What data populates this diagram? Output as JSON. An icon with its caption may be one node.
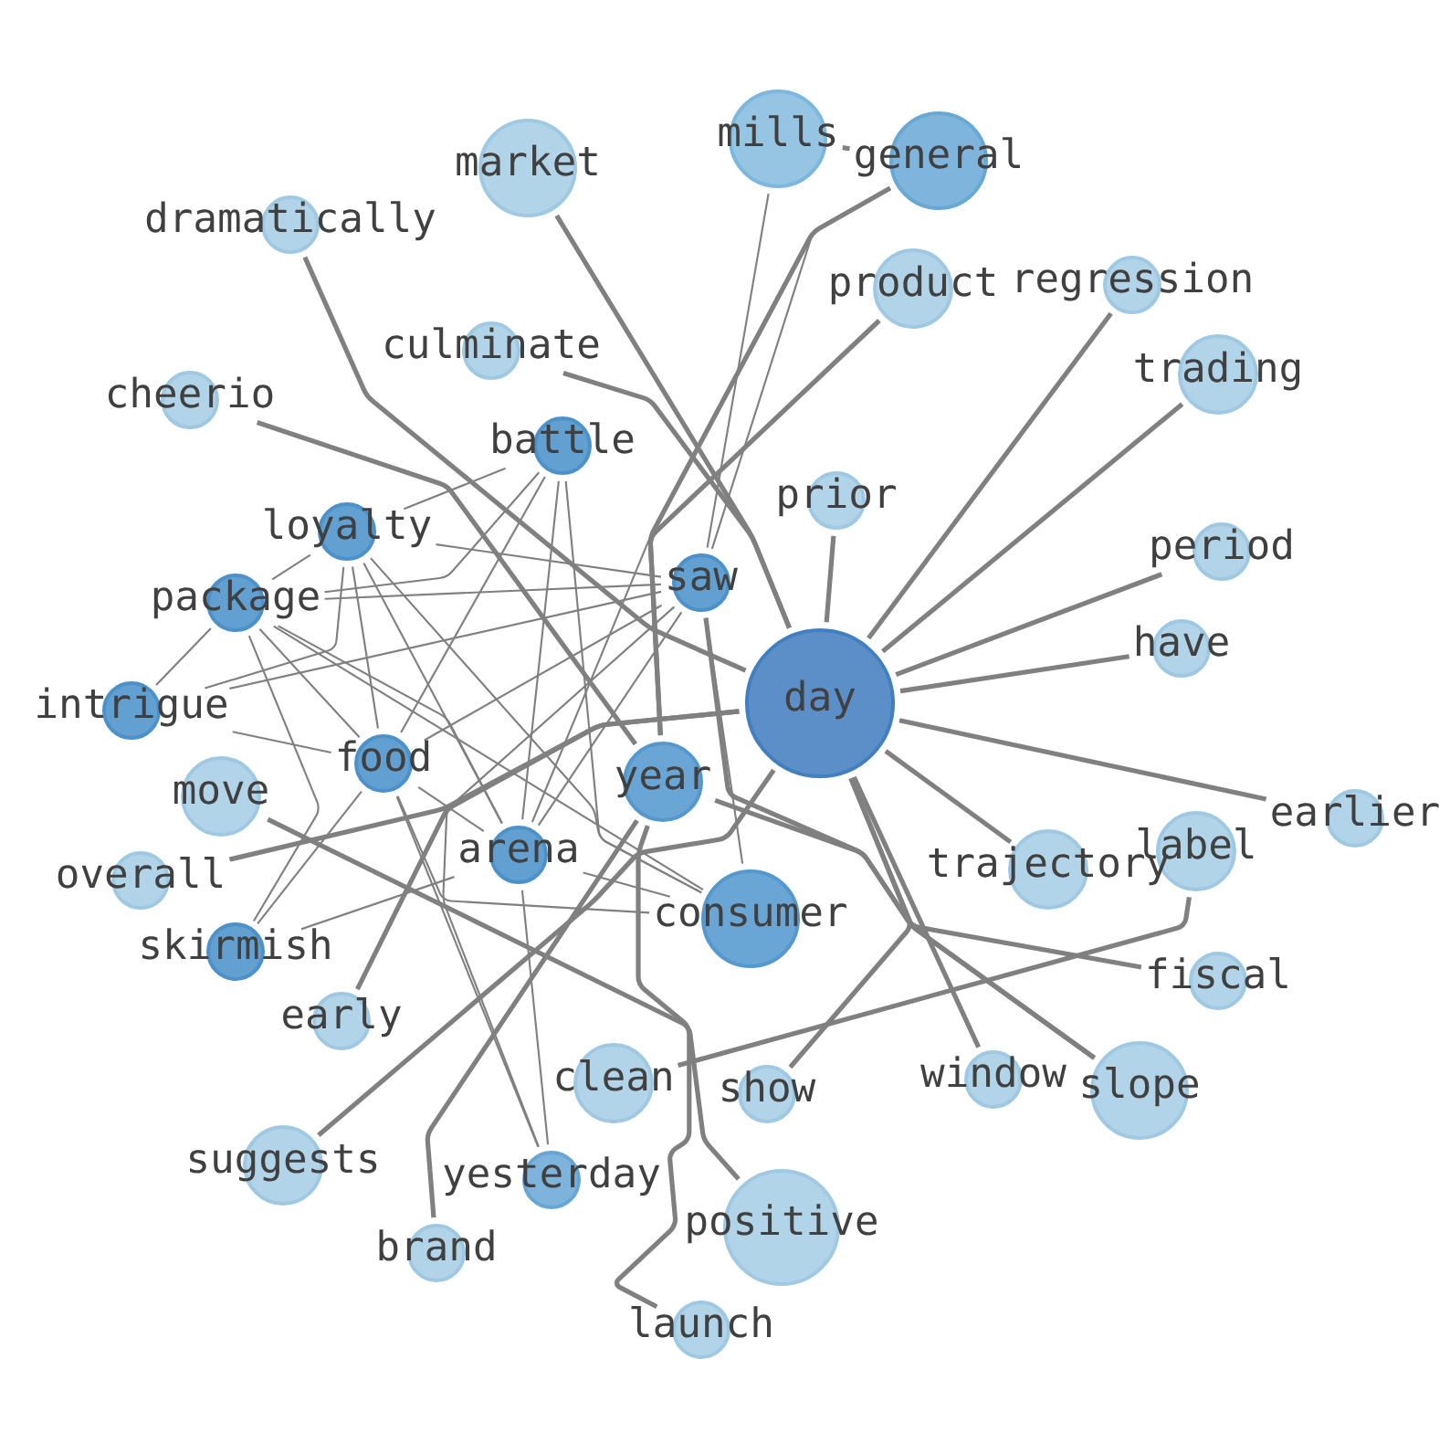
{
  "diagram": {
    "nodes": [
      {
        "text": [
          "mills"
        ]
      },
      {
        "text": [
          "general"
        ]
      },
      {
        "text": [
          "market"
        ]
      },
      {
        "text": [
          "dramatically"
        ]
      },
      {
        "text": [
          "regression"
        ]
      },
      {
        "text": [
          "product"
        ]
      },
      {
        "text": [
          "culminate"
        ]
      },
      {
        "text": [
          "trading"
        ]
      },
      {
        "text": [
          "cheerio"
        ]
      },
      {
        "text": [
          "battle"
        ]
      },
      {
        "text": [
          "prior"
        ]
      },
      {
        "text": [
          "loyalty"
        ]
      },
      {
        "text": [
          "period"
        ]
      },
      {
        "text": [
          "package"
        ]
      },
      {
        "text": [
          "saw"
        ]
      },
      {
        "text": [
          "have"
        ]
      },
      {
        "text": [
          "day"
        ]
      },
      {
        "text": [
          "intrigue"
        ]
      },
      {
        "text": [
          "food"
        ]
      },
      {
        "text": [
          "move"
        ]
      },
      {
        "text": [
          "year"
        ]
      },
      {
        "text": [
          "arena"
        ]
      },
      {
        "text": [
          "earlier"
        ]
      },
      {
        "text": [
          "label"
        ]
      },
      {
        "text": [
          "overall"
        ]
      },
      {
        "text": [
          "trajectory"
        ]
      },
      {
        "text": [
          "consumer"
        ]
      },
      {
        "text": [
          "skirmish"
        ]
      },
      {
        "text": [
          "fiscal"
        ]
      },
      {
        "text": [
          "early"
        ]
      },
      {
        "text": [
          "show"
        ]
      },
      {
        "text": [
          "window"
        ]
      },
      {
        "text": [
          "slope"
        ]
      },
      {
        "text": [
          "clean"
        ]
      },
      {
        "text": [
          "suggests"
        ]
      },
      {
        "text": [
          "yesterday"
        ]
      },
      {
        "text": [
          "brand"
        ]
      },
      {
        "text": [
          "positive"
        ]
      },
      {
        "text": [
          "launch"
        ]
      }
    ],
    "edges": [
      {
        "from": 0,
        "to": 1,
        "arrow": "none",
        "style": "thick"
      },
      {
        "from": 0,
        "to": 14,
        "arrow": "none"
      },
      {
        "from": 1,
        "to": 14,
        "arrow": "none"
      },
      {
        "from": 1,
        "to": 21,
        "arrow": "none"
      },
      {
        "from": 1,
        "to": 20,
        "arrow": "none",
        "style": "thick"
      },
      {
        "from": 2,
        "to": 16,
        "arrow": "none",
        "style": "thick"
      },
      {
        "from": 3,
        "to": 16,
        "arrow": "none",
        "style": "thick"
      },
      {
        "from": 4,
        "to": 16,
        "arrow": "none",
        "style": "thick"
      },
      {
        "from": 5,
        "to": 20,
        "arrow": "none",
        "style": "thick"
      },
      {
        "from": 6,
        "to": 16,
        "arrow": "none",
        "style": "thick"
      },
      {
        "from": 7,
        "to": 16,
        "arrow": "none",
        "style": "thick"
      },
      {
        "from": 8,
        "to": 20,
        "arrow": "none",
        "style": "thick"
      },
      {
        "from": 9,
        "to": 11,
        "arrow": "none"
      },
      {
        "from": 9,
        "to": 13,
        "arrow": "none"
      },
      {
        "from": 9,
        "to": 18,
        "arrow": "none"
      },
      {
        "from": 9,
        "to": 21,
        "arrow": "none"
      },
      {
        "from": 9,
        "to": 26,
        "arrow": "none"
      },
      {
        "from": 10,
        "to": 16,
        "arrow": "none",
        "style": "thick"
      },
      {
        "from": 11,
        "to": 13,
        "arrow": "none"
      },
      {
        "from": 11,
        "to": 14,
        "arrow": "none"
      },
      {
        "from": 11,
        "to": 17,
        "arrow": "none"
      },
      {
        "from": 11,
        "to": 18,
        "arrow": "none"
      },
      {
        "from": 11,
        "to": 21,
        "arrow": "none"
      },
      {
        "from": 11,
        "to": 26,
        "arrow": "none"
      },
      {
        "from": 12,
        "to": 16,
        "arrow": "none",
        "style": "thick"
      },
      {
        "from": 13,
        "to": 14,
        "arrow": "none"
      },
      {
        "from": 13,
        "to": 17,
        "arrow": "none"
      },
      {
        "from": 13,
        "to": 18,
        "arrow": "none"
      },
      {
        "from": 13,
        "to": 21,
        "arrow": "none"
      },
      {
        "from": 13,
        "to": 26,
        "arrow": "none"
      },
      {
        "from": 13,
        "to": 27,
        "arrow": "none"
      },
      {
        "from": 14,
        "to": 32,
        "arrow": "none",
        "style": "thick"
      },
      {
        "from": 14,
        "to": 26,
        "arrow": "none"
      },
      {
        "from": 15,
        "to": 16,
        "arrow": "none",
        "style": "thick"
      },
      {
        "from": 16,
        "to": 22,
        "arrow": "none",
        "style": "thick"
      },
      {
        "from": 16,
        "to": 25,
        "arrow": "none",
        "style": "thick"
      },
      {
        "from": 16,
        "to": 31,
        "arrow": "none",
        "style": "thick"
      },
      {
        "from": 16,
        "to": 32,
        "arrow": "none",
        "style": "thick"
      },
      {
        "from": 16,
        "to": 30,
        "arrow": "none",
        "style": "thick"
      },
      {
        "from": 16,
        "to": 29,
        "arrow": "none",
        "style": "thick"
      },
      {
        "from": 16,
        "to": 34,
        "arrow": "none",
        "style": "thick"
      },
      {
        "from": 16,
        "to": 24,
        "arrow": "none",
        "style": "thick"
      },
      {
        "from": 17,
        "to": 14,
        "arrow": "none"
      },
      {
        "from": 17,
        "to": 18,
        "arrow": "none"
      },
      {
        "from": 18,
        "to": 14,
        "arrow": "none"
      },
      {
        "from": 18,
        "to": 21,
        "arrow": "none"
      },
      {
        "from": 18,
        "to": 26,
        "arrow": "none"
      },
      {
        "from": 18,
        "to": 27,
        "arrow": "none"
      },
      {
        "from": 18,
        "to": 35,
        "arrow": "none"
      },
      {
        "from": 19,
        "to": 37,
        "arrow": "none",
        "style": "thick"
      },
      {
        "from": 20,
        "to": 28,
        "arrow": "none",
        "style": "thick"
      },
      {
        "from": 20,
        "to": 38,
        "arrow": "none",
        "style": "thick"
      },
      {
        "from": 36,
        "to": 20,
        "arrow": "none",
        "style": "thick"
      },
      {
        "from": 21,
        "to": 14,
        "arrow": "none"
      },
      {
        "from": 21,
        "to": 26,
        "arrow": "none"
      },
      {
        "from": 21,
        "to": 27,
        "arrow": "none"
      },
      {
        "from": 21,
        "to": 35,
        "arrow": "none"
      },
      {
        "from": 23,
        "to": 33,
        "arrow": "none",
        "style": "thick"
      },
      {
        "from": 35,
        "to": 14,
        "arrow": "none"
      }
    ]
  }
}
